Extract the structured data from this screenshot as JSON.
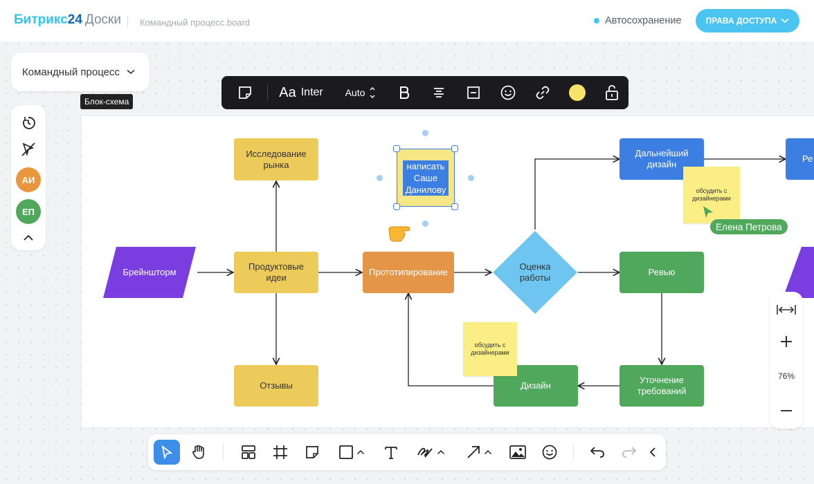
{
  "header": {
    "logo_brand": "Битрикс",
    "logo_num": "24",
    "logo_product": "Доски",
    "filename": "Командный процесс.board",
    "autosave": "Автосохранение",
    "access_button": "ПРАВА ДОСТУПА"
  },
  "board_selector": {
    "label": "Командный процесс"
  },
  "tooltip": "Блок-схема",
  "left_panel": {
    "avatars": [
      {
        "initials": "АИ",
        "color": "#e8973e"
      },
      {
        "initials": "ЕП",
        "color": "#4fa85b"
      }
    ]
  },
  "text_toolbar": {
    "font_glyph": "Aa",
    "font_name": "Inter",
    "size": "Auto",
    "sticky_color": "#f7e36a"
  },
  "nodes": {
    "brainstorm": "Брейншторм",
    "research": "Исследование рынка",
    "product_ideas": "Продуктовые идеи",
    "reviews": "Отзывы",
    "prototyping": "Прототипирование",
    "evaluation": "Оценка работы",
    "further_design": "Дальнейший дизайн",
    "review": "Ревью",
    "design": "Дизайн",
    "refinement": "Уточнение требований",
    "partial_right": "Ре"
  },
  "selected_sticky": {
    "text": "написать Саше Данилову"
  },
  "stickies": {
    "sticky1": "обсудить с дизайнерами",
    "sticky2": "обсудить с дизайнерами"
  },
  "cursor": {
    "user": "Елена Петрова"
  },
  "zoom": {
    "level": "76%"
  },
  "colors": {
    "accent": "#3d7ee2",
    "yellow": "#eccb5a",
    "orange": "#e59548",
    "green": "#4fa85b",
    "purple": "#7a3ee0",
    "diamond": "#6ec6f0"
  }
}
